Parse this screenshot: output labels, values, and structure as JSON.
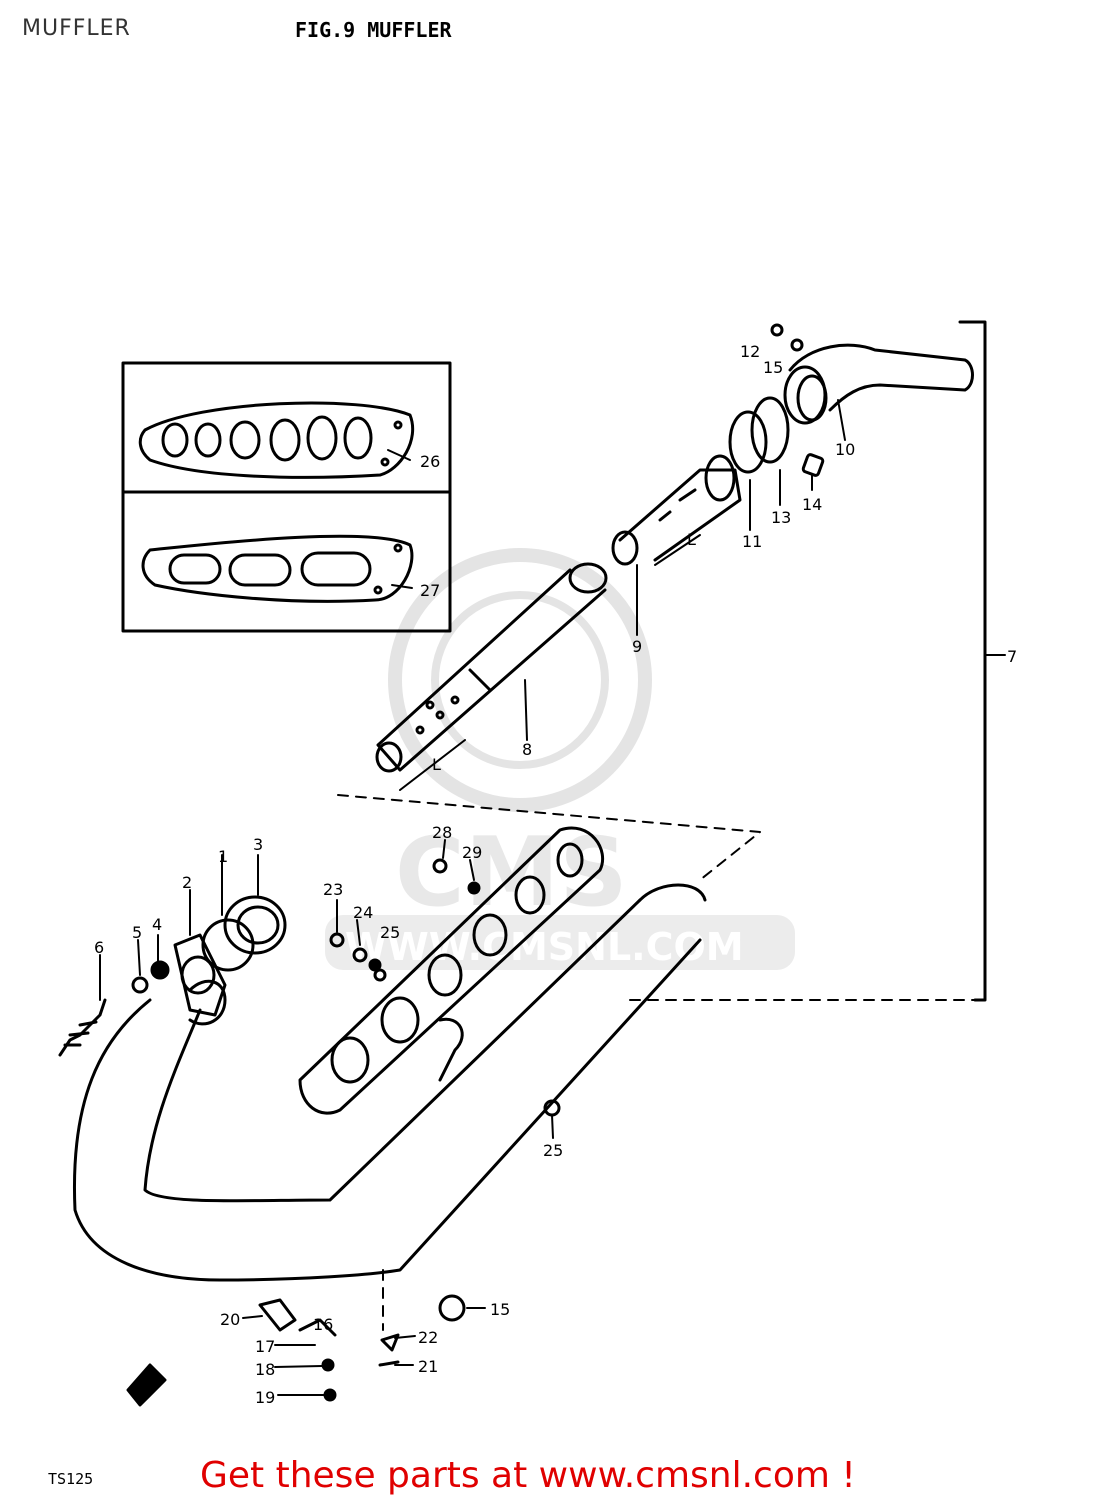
{
  "header": {
    "page_title": "MUFFLER",
    "figure_caption": "FIG.9  MUFFLER"
  },
  "watermark": {
    "logo_text": "CMS",
    "url_text": "WWW.CMSNL.COM"
  },
  "part_labels": {
    "p1": "1",
    "p2": "2",
    "p3": "3",
    "p4": "4",
    "p5": "5",
    "p6": "6",
    "p7": "7",
    "p8": "8",
    "p9": "9",
    "p10": "10",
    "p11": "11",
    "p12": "12",
    "p13": "13",
    "p14": "14",
    "p15a": "15",
    "p15b": "15",
    "p16": "16",
    "p17": "17",
    "p18": "18",
    "p19": "19",
    "p20": "20",
    "p21": "21",
    "p22": "22",
    "p23": "23",
    "p24": "24",
    "p25a": "25",
    "p25b": "25",
    "p26": "26",
    "p27": "27",
    "p28": "28",
    "p29": "29",
    "len_a": "L",
    "len_b": "L"
  },
  "footer": {
    "model_code": "TS125",
    "link_text": "Get these parts at www.cmsnl.com !"
  },
  "colors": {
    "ink": "#000000",
    "footer_link": "#e00000",
    "watermark": "#e4e4e4"
  }
}
